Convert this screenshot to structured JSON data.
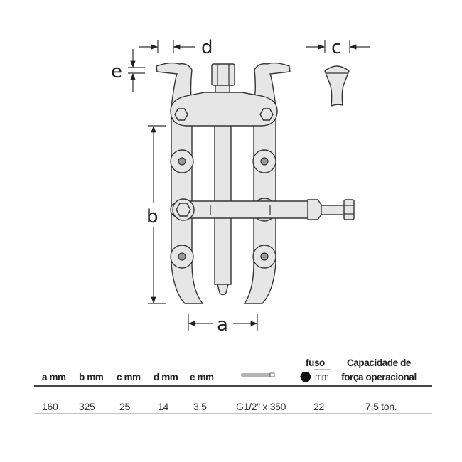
{
  "drawing": {
    "dimension_labels": {
      "a": "a",
      "b": "b",
      "c": "c",
      "d": "d",
      "e": "e"
    }
  },
  "table": {
    "headers": {
      "a": "a mm",
      "b": "b mm",
      "c": "c mm",
      "d": "d mm",
      "e": "e mm",
      "spindle_icon": "spindle-icon",
      "fuso_title": "fuso",
      "fuso_unit": "mm",
      "capacity_line1": "Capacidade de",
      "capacity_line2": "força operacional"
    },
    "row": {
      "a": "160",
      "b": "325",
      "c": "25",
      "d": "14",
      "e": "3,5",
      "spindle": "G1/2\" x 350",
      "fuso": "22",
      "capacity": "7,5 ton."
    }
  }
}
